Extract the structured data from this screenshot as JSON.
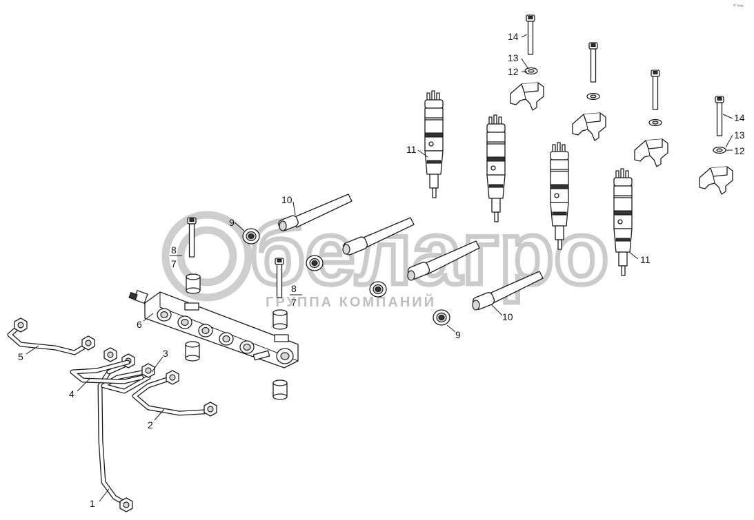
{
  "watermark": {
    "brand": "белагро",
    "tagline": "ГРУППА КОМПАНИЙ"
  },
  "corner_mark": "•° ∞∞",
  "callouts": [
    {
      "id": "c1",
      "label": "1"
    },
    {
      "id": "c2",
      "label": "2"
    },
    {
      "id": "c3",
      "label": "3"
    },
    {
      "id": "c4",
      "label": "4"
    },
    {
      "id": "c5",
      "label": "5"
    },
    {
      "id": "c6",
      "label": "6"
    },
    {
      "id": "c7a",
      "label": "7"
    },
    {
      "id": "c8a",
      "label": "8"
    },
    {
      "id": "c7b",
      "label": "7"
    },
    {
      "id": "c8b",
      "label": "8"
    },
    {
      "id": "c9a",
      "label": "9"
    },
    {
      "id": "c9b",
      "label": "9"
    },
    {
      "id": "c10a",
      "label": "10"
    },
    {
      "id": "c10b",
      "label": "10"
    },
    {
      "id": "c11a",
      "label": "11"
    },
    {
      "id": "c11b",
      "label": "11"
    },
    {
      "id": "c12a",
      "label": "12"
    },
    {
      "id": "c13a",
      "label": "13"
    },
    {
      "id": "c14a",
      "label": "14"
    },
    {
      "id": "c12b",
      "label": "12"
    },
    {
      "id": "c13b",
      "label": "13"
    },
    {
      "id": "c14b",
      "label": "14"
    }
  ]
}
